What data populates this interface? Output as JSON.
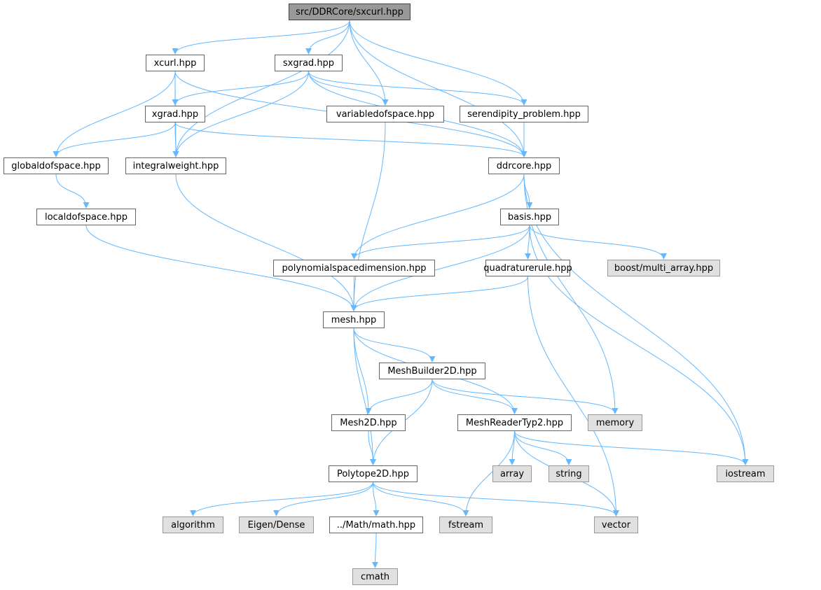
{
  "diagram": {
    "edge_color": "#63b8ff",
    "nodes": [
      {
        "id": "root",
        "label": "src/DDRCore/sxcurl.hpp",
        "kind": "root"
      },
      {
        "id": "xcurl",
        "label": "xcurl.hpp",
        "kind": "file"
      },
      {
        "id": "sxgrad",
        "label": "sxgrad.hpp",
        "kind": "file"
      },
      {
        "id": "xgrad",
        "label": "xgrad.hpp",
        "kind": "file"
      },
      {
        "id": "variabledofspace",
        "label": "variabledofspace.hpp",
        "kind": "file"
      },
      {
        "id": "serendipity_problem",
        "label": "serendipity_problem.hpp",
        "kind": "file"
      },
      {
        "id": "globaldofspace",
        "label": "globaldofspace.hpp",
        "kind": "file"
      },
      {
        "id": "integralweight",
        "label": "integralweight.hpp",
        "kind": "file"
      },
      {
        "id": "ddrcore",
        "label": "ddrcore.hpp",
        "kind": "file"
      },
      {
        "id": "localdofspace",
        "label": "localdofspace.hpp",
        "kind": "file"
      },
      {
        "id": "basis",
        "label": "basis.hpp",
        "kind": "file"
      },
      {
        "id": "polynomialspacedimension",
        "label": "polynomialspacedimension.hpp",
        "kind": "file"
      },
      {
        "id": "quadraturerule",
        "label": "quadraturerule.hpp",
        "kind": "file"
      },
      {
        "id": "boost_multi_array",
        "label": "boost/multi_array.hpp",
        "kind": "external"
      },
      {
        "id": "mesh",
        "label": "mesh.hpp",
        "kind": "file"
      },
      {
        "id": "meshbuilder2d",
        "label": "MeshBuilder2D.hpp",
        "kind": "file"
      },
      {
        "id": "mesh2d",
        "label": "Mesh2D.hpp",
        "kind": "file"
      },
      {
        "id": "meshreadertyp2",
        "label": "MeshReaderTyp2.hpp",
        "kind": "file"
      },
      {
        "id": "memory",
        "label": "memory",
        "kind": "external"
      },
      {
        "id": "polytope2d",
        "label": "Polytope2D.hpp",
        "kind": "file"
      },
      {
        "id": "array",
        "label": "array",
        "kind": "external"
      },
      {
        "id": "string",
        "label": "string",
        "kind": "external"
      },
      {
        "id": "iostream",
        "label": "iostream",
        "kind": "external"
      },
      {
        "id": "algorithm",
        "label": "algorithm",
        "kind": "external"
      },
      {
        "id": "eigen_dense",
        "label": "Eigen/Dense",
        "kind": "external"
      },
      {
        "id": "math",
        "label": "../Math/math.hpp",
        "kind": "file"
      },
      {
        "id": "fstream",
        "label": "fstream",
        "kind": "external"
      },
      {
        "id": "vector",
        "label": "vector",
        "kind": "external"
      },
      {
        "id": "cmath",
        "label": "cmath",
        "kind": "external"
      }
    ],
    "edges": [
      [
        "root",
        "xcurl"
      ],
      [
        "root",
        "sxgrad"
      ],
      [
        "root",
        "variabledofspace"
      ],
      [
        "root",
        "serendipity_problem"
      ],
      [
        "root",
        "ddrcore"
      ],
      [
        "root",
        "integralweight"
      ],
      [
        "xcurl",
        "xgrad"
      ],
      [
        "xcurl",
        "globaldofspace"
      ],
      [
        "xcurl",
        "integralweight"
      ],
      [
        "xcurl",
        "ddrcore"
      ],
      [
        "sxgrad",
        "xgrad"
      ],
      [
        "sxgrad",
        "variabledofspace"
      ],
      [
        "sxgrad",
        "serendipity_problem"
      ],
      [
        "sxgrad",
        "integralweight"
      ],
      [
        "sxgrad",
        "ddrcore"
      ],
      [
        "xgrad",
        "globaldofspace"
      ],
      [
        "xgrad",
        "integralweight"
      ],
      [
        "xgrad",
        "ddrcore"
      ],
      [
        "variabledofspace",
        "mesh"
      ],
      [
        "serendipity_problem",
        "ddrcore"
      ],
      [
        "globaldofspace",
        "localdofspace"
      ],
      [
        "localdofspace",
        "mesh"
      ],
      [
        "integralweight",
        "mesh"
      ],
      [
        "ddrcore",
        "basis"
      ],
      [
        "ddrcore",
        "polynomialspacedimension"
      ],
      [
        "ddrcore",
        "memory"
      ],
      [
        "ddrcore",
        "iostream"
      ],
      [
        "basis",
        "polynomialspacedimension"
      ],
      [
        "basis",
        "quadraturerule"
      ],
      [
        "basis",
        "boost_multi_array"
      ],
      [
        "basis",
        "mesh"
      ],
      [
        "basis",
        "iostream"
      ],
      [
        "polynomialspacedimension",
        "mesh"
      ],
      [
        "quadraturerule",
        "mesh"
      ],
      [
        "quadraturerule",
        "vector"
      ],
      [
        "mesh",
        "meshbuilder2d"
      ],
      [
        "mesh",
        "mesh2d"
      ],
      [
        "mesh",
        "meshreadertyp2"
      ],
      [
        "mesh",
        "polytope2d"
      ],
      [
        "meshbuilder2d",
        "mesh2d"
      ],
      [
        "meshbuilder2d",
        "meshreadertyp2"
      ],
      [
        "meshbuilder2d",
        "memory"
      ],
      [
        "meshbuilder2d",
        "polytope2d"
      ],
      [
        "mesh2d",
        "polytope2d"
      ],
      [
        "meshreadertyp2",
        "array"
      ],
      [
        "meshreadertyp2",
        "string"
      ],
      [
        "meshreadertyp2",
        "iostream"
      ],
      [
        "meshreadertyp2",
        "vector"
      ],
      [
        "meshreadertyp2",
        "fstream"
      ],
      [
        "polytope2d",
        "algorithm"
      ],
      [
        "polytope2d",
        "eigen_dense"
      ],
      [
        "polytope2d",
        "math"
      ],
      [
        "polytope2d",
        "fstream"
      ],
      [
        "polytope2d",
        "vector"
      ],
      [
        "math",
        "cmath"
      ]
    ]
  }
}
